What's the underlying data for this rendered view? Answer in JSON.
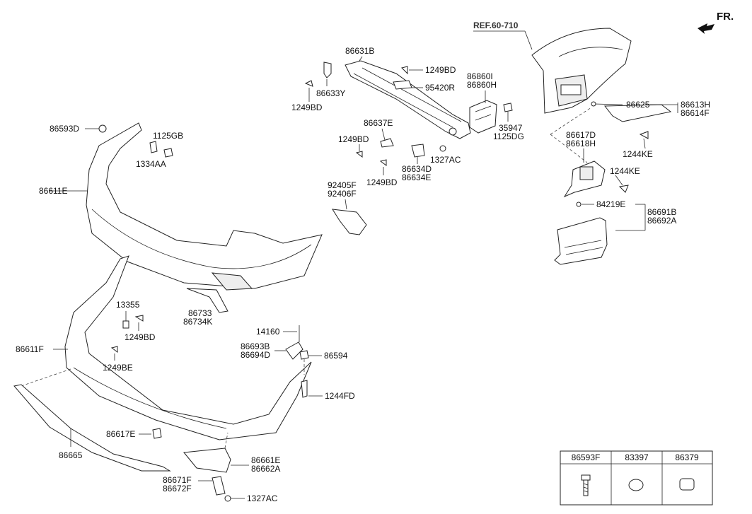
{
  "direction_label": "FR.",
  "reference": "REF.60-710",
  "labels": {
    "l86593D": "86593D",
    "l1125GB": "1125GB",
    "l1334AA": "1334AA",
    "l86611E": "86611E",
    "l86631B": "86631B",
    "l1249BD_a": "1249BD",
    "l86633Y": "86633Y",
    "l1249BD_b": "1249BD",
    "l95420R": "95420R",
    "l1249BD_c": "1249BD",
    "l86637E": "86637E",
    "l1249BD_d": "1249BD",
    "l86634D": "86634D",
    "l86634E": "86634E",
    "l1327AC_a": "1327AC",
    "l86860I": "86860I",
    "l86860H": "86860H",
    "l35947": "35947",
    "l1125DG": "1125DG",
    "l92405F": "92405F",
    "l92406F": "92406F",
    "l86625": "86625",
    "l86613H": "86613H",
    "l86614F": "86614F",
    "l86617D": "86617D",
    "l86618H": "86618H",
    "l1244KE_a": "1244KE",
    "l1244KE_b": "1244KE",
    "l84219E": "84219E",
    "l86691B": "86691B",
    "l86692A": "86692A",
    "l13355": "13355",
    "l1249BD_e": "1249BD",
    "l86611F": "86611F",
    "l1249BE": "1249BE",
    "l86733": "86733",
    "l86734K": "86734K",
    "l14160": "14160",
    "l86693B": "86693B",
    "l86694D": "86694D",
    "l86594": "86594",
    "l1244FD": "1244FD",
    "l86617E": "86617E",
    "l86665": "86665",
    "l86661E": "86661E",
    "l86662A": "86662A",
    "l86671F": "86671F",
    "l86672F": "86672F",
    "l1327AC_b": "1327AC"
  },
  "legend_table": {
    "columns": [
      "86593F",
      "83397",
      "86379"
    ],
    "icons": [
      "bolt-icon",
      "oval-grommet-icon",
      "rounded-pad-icon"
    ]
  }
}
